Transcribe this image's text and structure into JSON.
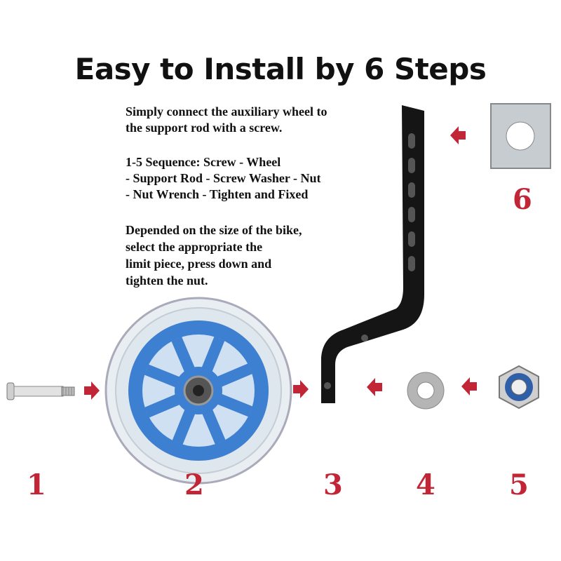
{
  "title": "Easy to Install by 6 Steps",
  "description": {
    "p1": [
      "Simply connect the auxiliary wheel to",
      "the support rod with a screw."
    ],
    "p2": [
      "1-5 Sequence: Screw - Wheel",
      "- Support Rod - Screw Washer - Nut",
      "- Nut Wrench - Tighten and Fixed"
    ],
    "p3": [
      "Depended on the size of the bike,",
      "select the appropriate the",
      "limit piece, press down and",
      "tighten the nut."
    ]
  },
  "steps": [
    "1",
    "2",
    "3",
    "4",
    "5",
    "6"
  ],
  "colors": {
    "accent": "#c22536",
    "wheel": "#3d7fd0",
    "rod": "#151515"
  }
}
